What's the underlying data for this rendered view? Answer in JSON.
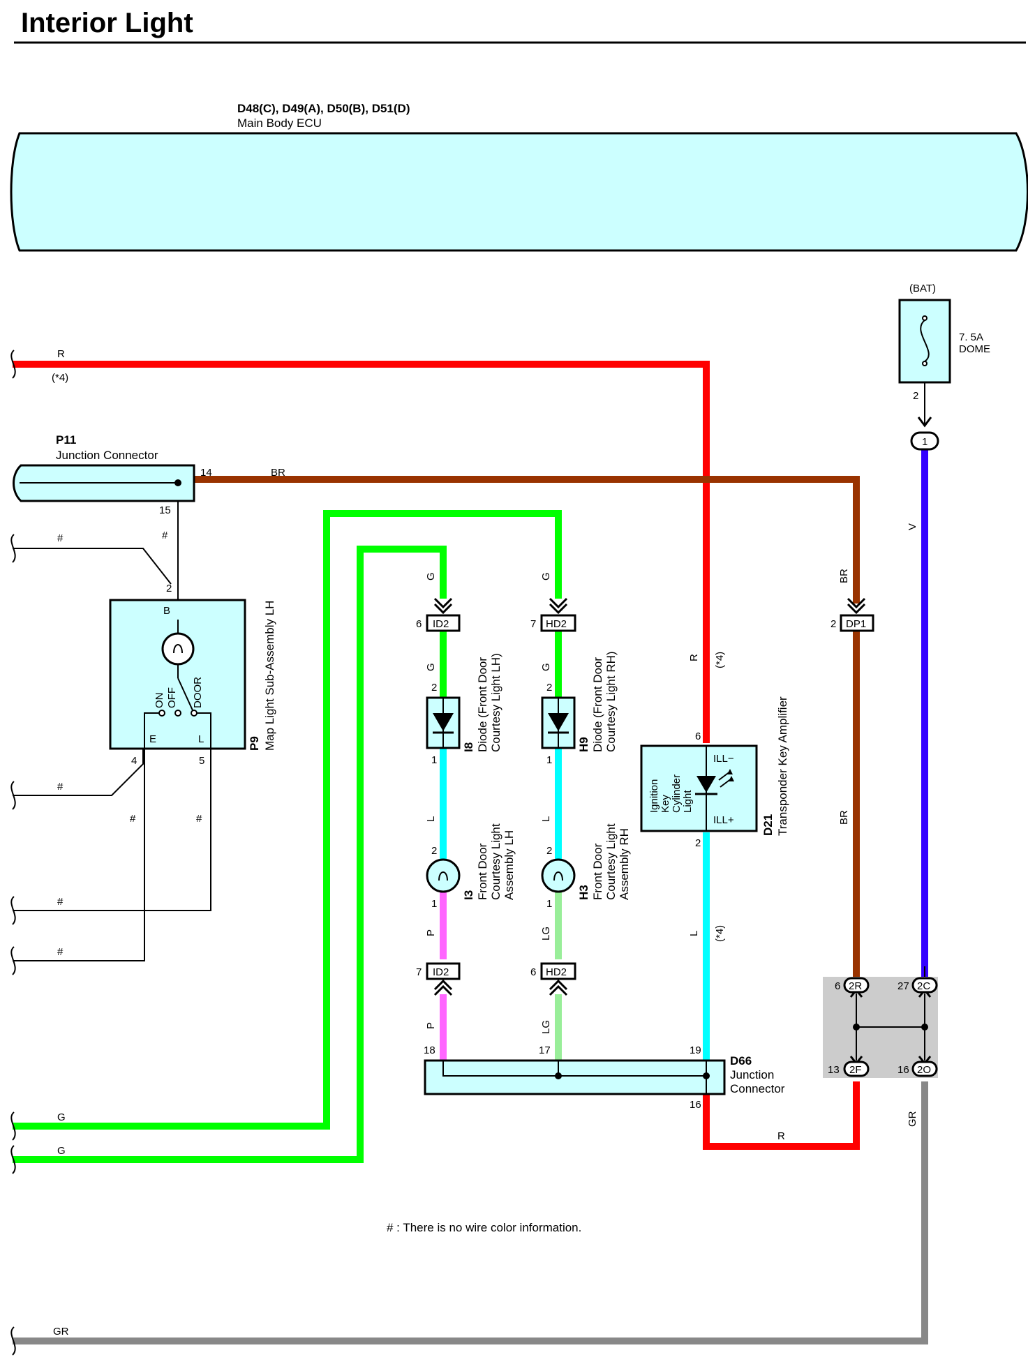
{
  "title": "Interior Light",
  "footnote": "# : There is no wire color information.",
  "colors": {
    "R": "#ff0000",
    "BR": "#993300",
    "G": "#00ff00",
    "V": "#3300ff",
    "L": "#00ffff",
    "P": "#ff66ff",
    "LG": "#99ee99",
    "GR": "#888888",
    "box_fill": "#ccffff",
    "jb_fill": "#cccccc"
  },
  "ecu": {
    "codes": "D48(C), D49(A), D50(B), D51(D)",
    "name": "Main Body ECU"
  },
  "fuse": {
    "source": "(BAT)",
    "rating": "7. 5A",
    "name": "DOME",
    "pin": "2",
    "connector_pin": "1"
  },
  "p11": {
    "code": "P11",
    "name": "Junction Connector",
    "pin_a": "14",
    "pin_b": "15"
  },
  "p9": {
    "code": "P9",
    "name": "Map Light Sub-Assembly LH",
    "pin_top": "2",
    "pin_e": "4",
    "pin_l": "5",
    "label_b": "B",
    "label_on": "ON",
    "label_off": "OFF",
    "label_door": "DOOR",
    "label_e": "E",
    "label_l": "L"
  },
  "i8": {
    "code": "I8",
    "line1": "Diode (Front Door",
    "line2": "Courtesy Light LH)",
    "pin_top": "2",
    "pin_bottom": "1"
  },
  "h9": {
    "code": "H9",
    "line1": "Diode (Front Door",
    "line2": "Courtesy Light RH)",
    "pin_top": "2",
    "pin_bottom": "1"
  },
  "i3": {
    "code": "I3",
    "line1": "Front Door",
    "line2": "Courtesy Light",
    "line3": "Assembly LH",
    "pin_top": "2",
    "pin_bottom": "1"
  },
  "h3": {
    "code": "H3",
    "line1": "Front Door",
    "line2": "Courtesy Light",
    "line3": "Assembly RH",
    "pin_top": "2",
    "pin_bottom": "1"
  },
  "d21": {
    "code": "D21",
    "name": "Transponder Key Amplifier",
    "pin_top": "6",
    "pin_bottom": "2",
    "ill_minus": "ILL−",
    "ill_plus": "ILL+",
    "inner1": "Ignition",
    "inner2": "Key",
    "inner3": "Cylinder",
    "inner4": "Light"
  },
  "d66": {
    "code": "D66",
    "line1": "Junction",
    "line2": "Connector",
    "pin_18": "18",
    "pin_17": "17",
    "pin_19": "19",
    "pin_16": "16"
  },
  "connectors": {
    "id2_top": {
      "name": "ID2",
      "pin": "6"
    },
    "hd2_top": {
      "name": "HD2",
      "pin": "7"
    },
    "dp1": {
      "name": "DP1",
      "pin": "2"
    },
    "id2_bottom": {
      "name": "ID2",
      "pin": "7"
    },
    "hd2_bottom": {
      "name": "HD2",
      "pin": "6"
    }
  },
  "jb": {
    "c2r": "2R",
    "c2c": "2C",
    "c2f": "2F",
    "c2o": "2O",
    "p6": "6",
    "p27": "27",
    "p13": "13",
    "p16": "16"
  },
  "wires": {
    "r_top": "R",
    "r_top_note": "(*4)",
    "br_main": "BR",
    "hash": "#",
    "g_lower1": "G",
    "g_lower2": "G",
    "gr_bottom": "GR",
    "g_i8": "G",
    "g_h9": "G",
    "g_i8_b": "G",
    "g_h9_b": "G",
    "l_i8": "L",
    "l_h9": "L",
    "p_i3": "P",
    "lg_h3": "LG",
    "p_low": "P",
    "lg_low": "LG",
    "r_d21": "R",
    "r_d21_note": "(*4)",
    "l_d21": "L",
    "l_d21_note": "(*4)",
    "br_dp1": "BR",
    "br_mid": "BR",
    "v_fuse": "V",
    "r_bottom": "R",
    "gr_jb": "GR"
  }
}
